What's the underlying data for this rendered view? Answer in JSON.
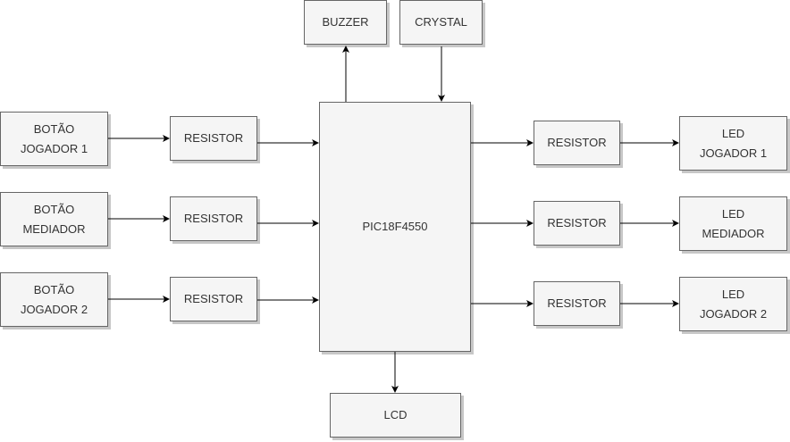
{
  "diagram": {
    "blocks": {
      "buzzer": "BUZZER",
      "crystal": "CRYSTAL",
      "botao_jogador1": "BOTÃO\nJOGADOR 1",
      "botao_mediador": "BOTÃO\nMEDIADOR",
      "botao_jogador2": "BOTÃO\nJOGADOR 2",
      "resistor_in_1": "RESISTOR",
      "resistor_in_2": "RESISTOR",
      "resistor_in_3": "RESISTOR",
      "mcu": "PIC18F4550",
      "resistor_out_1": "RESISTOR",
      "resistor_out_2": "RESISTOR",
      "resistor_out_3": "RESISTOR",
      "led_jogador1": "LED\nJOGADOR 1",
      "led_mediador": "LED\nMEDIADOR",
      "led_jogador2": "LED\nJOGADOR 2",
      "lcd": "LCD"
    },
    "colors": {
      "block_fill": "#f5f5f5",
      "block_border": "#666666",
      "text": "#333333",
      "connector": "#000000"
    }
  }
}
